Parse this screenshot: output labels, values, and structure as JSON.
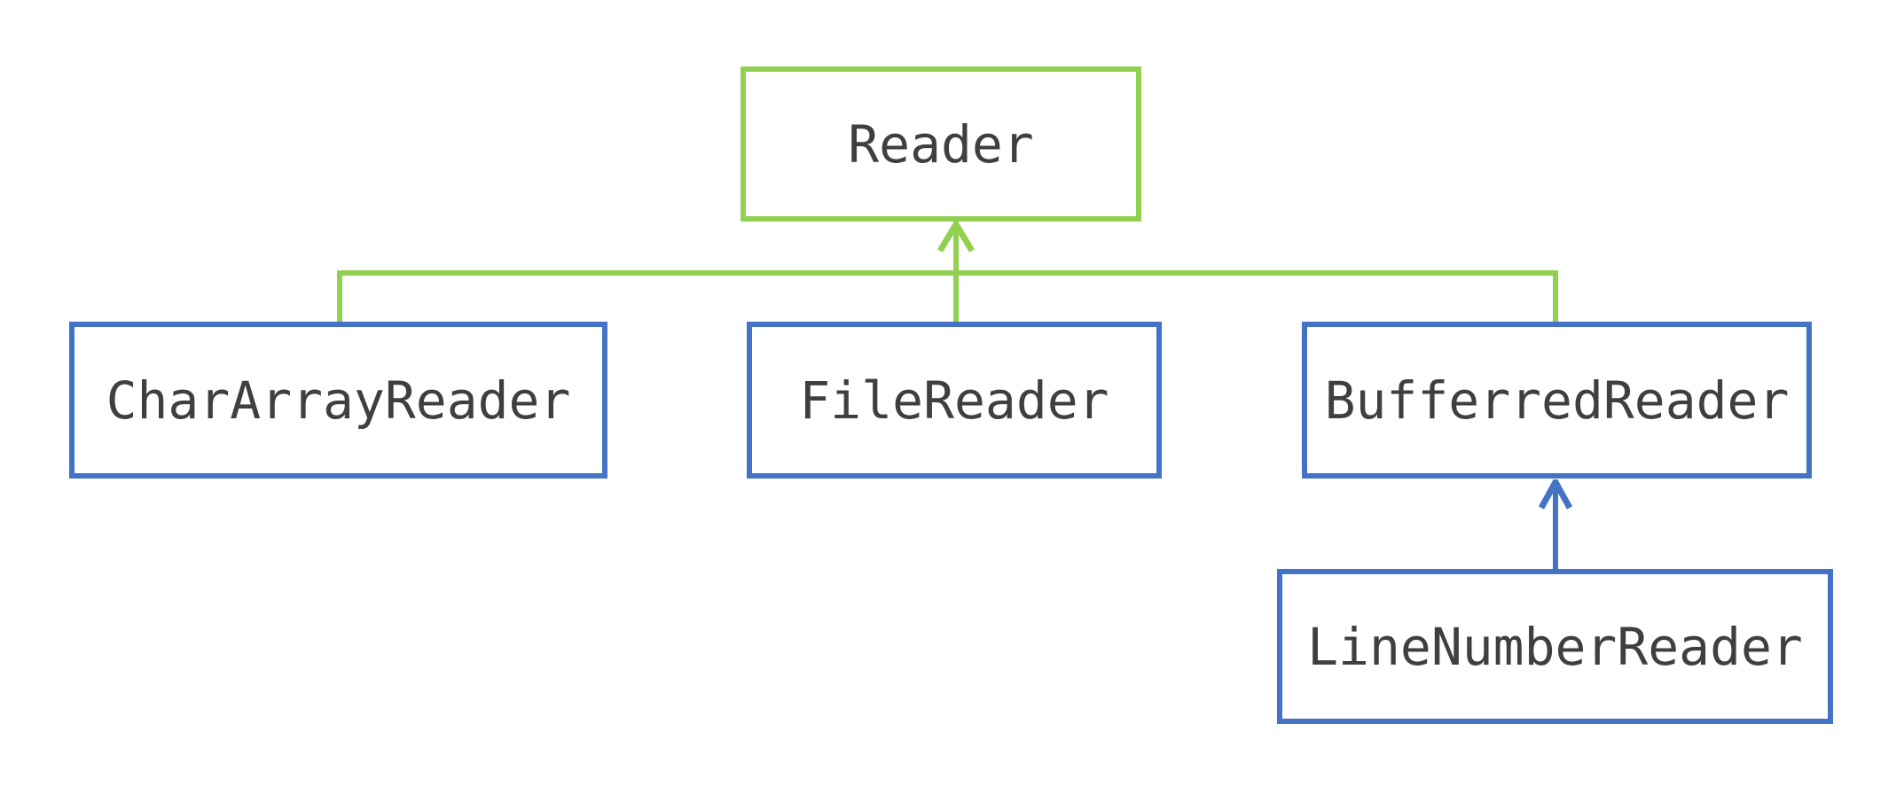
{
  "diagram": {
    "kind": "class-inheritance-hierarchy",
    "nodes": [
      {
        "id": "reader",
        "label": "Reader",
        "border_color": "#92D050",
        "role": "parent"
      },
      {
        "id": "chararrayreader",
        "label": "CharArrayReader",
        "border_color": "#4472C4",
        "role": "child"
      },
      {
        "id": "filereader",
        "label": "FileReader",
        "border_color": "#4472C4",
        "role": "child"
      },
      {
        "id": "bufferredreader",
        "label": "BufferredReader",
        "border_color": "#4472C4",
        "role": "child"
      },
      {
        "id": "linenumberreader",
        "label": "LineNumberReader",
        "border_color": "#4472C4",
        "role": "child"
      }
    ],
    "edges": [
      {
        "from": "chararrayreader",
        "to": "reader",
        "color": "#92D050",
        "style": "elbow-via-bus",
        "arrowhead_at": "reader"
      },
      {
        "from": "filereader",
        "to": "reader",
        "color": "#92D050",
        "style": "straight",
        "arrowhead_at": "reader"
      },
      {
        "from": "bufferredreader",
        "to": "reader",
        "color": "#92D050",
        "style": "elbow-via-bus",
        "arrowhead_at": "reader"
      },
      {
        "from": "linenumberreader",
        "to": "bufferredreader",
        "color": "#4472C4",
        "style": "straight",
        "arrowhead_at": "bufferredreader"
      }
    ],
    "colors": {
      "parent_border": "#92D050",
      "child_border": "#4472C4",
      "label_text": "#3F3F3F",
      "background": "#FFFFFF"
    }
  }
}
